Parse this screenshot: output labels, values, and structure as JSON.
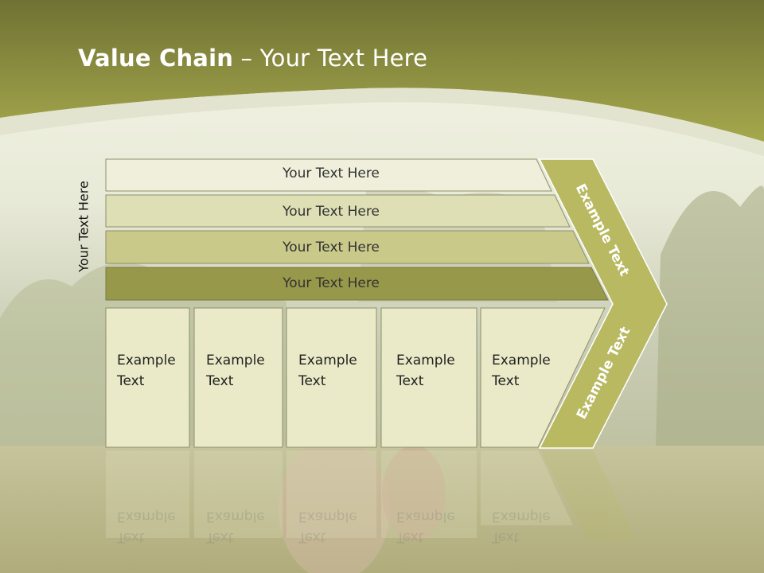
{
  "slide": {
    "title_bold": "Value Chain",
    "title_rest": " – Your Text Here",
    "side_label": "Your Text Here",
    "rows": [
      {
        "label": "Your Text Here"
      },
      {
        "label": "Your Text Here"
      },
      {
        "label": "Your Text Here"
      },
      {
        "label": "Your Text Here"
      }
    ],
    "boxes": [
      {
        "line1": "Example",
        "line2": "Text"
      },
      {
        "line1": "Example",
        "line2": "Text"
      },
      {
        "line1": "Example",
        "line2": "Text"
      },
      {
        "line1": "Example",
        "line2": "Text"
      },
      {
        "line1": "Example",
        "line2": "Text"
      }
    ],
    "arrow_top": "Example Text",
    "arrow_bottom": "Example Text"
  },
  "colors": {
    "header_olive": "#9a9b48",
    "row1": "#efefdc",
    "row2": "#dfdfb6",
    "row3": "#c9c98a",
    "row4": "#98984a",
    "box_fill": "#eaeac8",
    "arrow": "#b9b962"
  }
}
